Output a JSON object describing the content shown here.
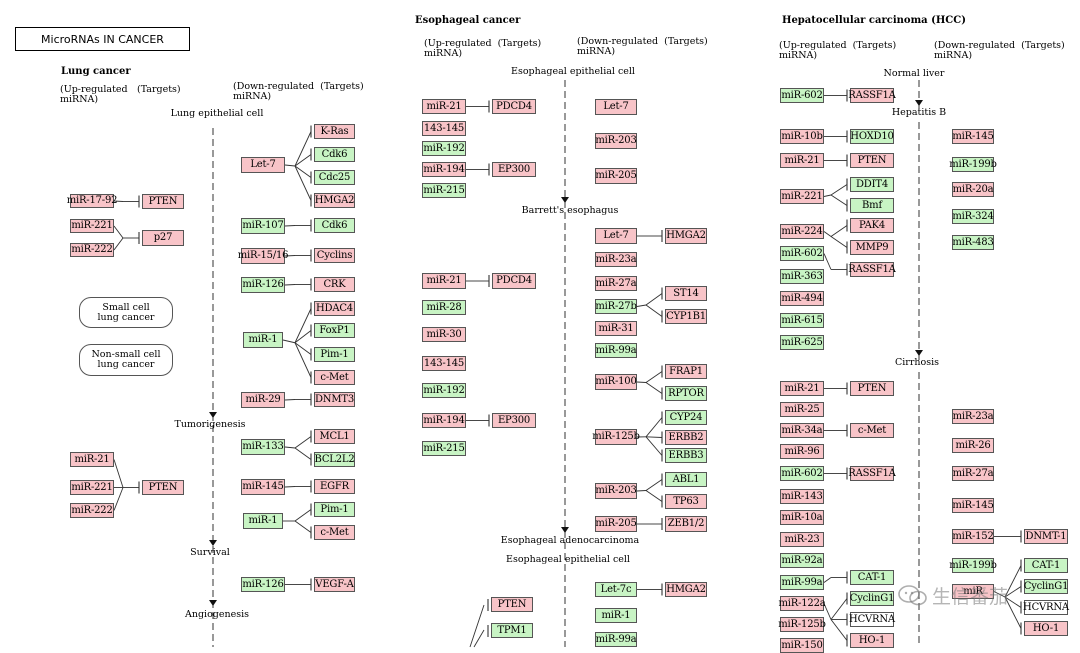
{
  "title": "MicroRNAs IN CANCER",
  "colors": {
    "up": "#f8c4c8",
    "down": "#c8f4c4",
    "line": "#333333"
  },
  "watermark": {
    "text": "生信番茄",
    "icon": "chat-bubbles-icon"
  },
  "labels": [
    {
      "text": "Lung cancer",
      "bold": true
    },
    {
      "text": "(Up-regulated\nmiRNA)"
    },
    {
      "text": "(Targets)"
    },
    {
      "text": "(Down-regulated  (Targets)\nmiRNA)"
    },
    {
      "text": "Lung epithelial cell"
    },
    {
      "text": "Tumorigenesis"
    },
    {
      "text": "Survival"
    },
    {
      "text": "Angiogenesis"
    },
    {
      "text": "Esophageal cancer",
      "bold": true
    },
    {
      "text": "(Up-regulated  (Targets)\nmiRNA)"
    },
    {
      "text": "(Down-regulated  (Targets)\nmiRNA)"
    },
    {
      "text": "Esophageal epithelial cell"
    },
    {
      "text": "Barrett's esophagus"
    },
    {
      "text": "Esophageal adenocarcinoma"
    },
    {
      "text": "Esophageal epithelial cell"
    },
    {
      "text": "Hepatocellular carcinoma (HCC)",
      "bold": true
    },
    {
      "text": "(Up-regulated  (Targets)\nmiRNA)"
    },
    {
      "text": "(Down-regulated  (Targets)\nmiRNA)"
    },
    {
      "text": "Normal liver"
    },
    {
      "text": "Hepatitis B"
    },
    {
      "text": "Cirrhosis"
    }
  ],
  "rounded": [
    {
      "text": "Small cell\nlung cancer"
    },
    {
      "text": "Non-small cell\nlung cancer"
    }
  ],
  "nodes": [
    {
      "id": "l-mir1792",
      "text": "miR-17-92",
      "c": "pink"
    },
    {
      "id": "l-pten1",
      "text": "PTEN",
      "c": "pink"
    },
    {
      "id": "l-mir221a",
      "text": "miR-221",
      "c": "pink"
    },
    {
      "id": "l-mir222a",
      "text": "miR-222",
      "c": "pink"
    },
    {
      "id": "l-p27",
      "text": "p27",
      "c": "pink"
    },
    {
      "id": "l-mir21",
      "text": "miR-21",
      "c": "pink"
    },
    {
      "id": "l-mir221b",
      "text": "miR-221",
      "c": "pink"
    },
    {
      "id": "l-mir222b",
      "text": "miR-222",
      "c": "pink"
    },
    {
      "id": "l-pten2",
      "text": "PTEN",
      "c": "pink"
    },
    {
      "id": "l-let7",
      "text": "Let-7",
      "c": "pink"
    },
    {
      "id": "l-kras",
      "text": "K-Ras",
      "c": "pink"
    },
    {
      "id": "l-cdk6a",
      "text": "Cdk6",
      "c": "green"
    },
    {
      "id": "l-cdc25",
      "text": "Cdc25",
      "c": "green"
    },
    {
      "id": "l-hmga2",
      "text": "HMGA2",
      "c": "pink"
    },
    {
      "id": "l-mir107",
      "text": "miR-107",
      "c": "green"
    },
    {
      "id": "l-cdk6b",
      "text": "Cdk6",
      "c": "green"
    },
    {
      "id": "l-mir1516",
      "text": "miR-15/16",
      "c": "pink"
    },
    {
      "id": "l-cyclins",
      "text": "Cyclins",
      "c": "pink"
    },
    {
      "id": "l-mir126a",
      "text": "miR-126",
      "c": "green"
    },
    {
      "id": "l-crk",
      "text": "CRK",
      "c": "pink"
    },
    {
      "id": "l-mir1a",
      "text": "miR-1",
      "c": "green"
    },
    {
      "id": "l-hdac4",
      "text": "HDAC4",
      "c": "pink"
    },
    {
      "id": "l-foxp1",
      "text": "FoxP1",
      "c": "green"
    },
    {
      "id": "l-pim1a",
      "text": "Pim-1",
      "c": "green"
    },
    {
      "id": "l-cmet1",
      "text": "c-Met",
      "c": "pink"
    },
    {
      "id": "l-mir29",
      "text": "miR-29",
      "c": "pink"
    },
    {
      "id": "l-dnmt3",
      "text": "DNMT3",
      "c": "pink"
    },
    {
      "id": "l-mir133",
      "text": "miR-133",
      "c": "green"
    },
    {
      "id": "l-mcl1",
      "text": "MCL1",
      "c": "pink"
    },
    {
      "id": "l-bcl2l2",
      "text": "BCL2L2",
      "c": "green"
    },
    {
      "id": "l-mir145",
      "text": "miR-145",
      "c": "pink"
    },
    {
      "id": "l-egfr",
      "text": "EGFR",
      "c": "pink"
    },
    {
      "id": "l-mir1b",
      "text": "miR-1",
      "c": "green"
    },
    {
      "id": "l-pim1b",
      "text": "Pim-1",
      "c": "green"
    },
    {
      "id": "l-cmet2",
      "text": "c-Met",
      "c": "pink"
    },
    {
      "id": "l-mir126b",
      "text": "miR-126",
      "c": "green"
    },
    {
      "id": "l-vegfa",
      "text": "VEGF-A",
      "c": "pink"
    },
    {
      "id": "e-mir21a",
      "text": "miR-21",
      "c": "pink"
    },
    {
      "id": "e-pdcd4a",
      "text": "PDCD4",
      "c": "pink"
    },
    {
      "id": "e-mir143a",
      "text": "143-145",
      "c": "pink"
    },
    {
      "id": "e-mir192a",
      "text": "miR-192",
      "c": "green"
    },
    {
      "id": "e-mir194a",
      "text": "miR-194",
      "c": "pink"
    },
    {
      "id": "e-ep300a",
      "text": "EP300",
      "c": "pink"
    },
    {
      "id": "e-mir215a",
      "text": "miR-215",
      "c": "green"
    },
    {
      "id": "e-let7a",
      "text": "Let-7",
      "c": "pink"
    },
    {
      "id": "e-mir203a",
      "text": "miR-203",
      "c": "pink"
    },
    {
      "id": "e-mir205a",
      "text": "miR-205",
      "c": "pink"
    },
    {
      "id": "e-mir21b",
      "text": "miR-21",
      "c": "pink"
    },
    {
      "id": "e-pdcd4b",
      "text": "PDCD4",
      "c": "pink"
    },
    {
      "id": "e-mir28",
      "text": "miR-28",
      "c": "green"
    },
    {
      "id": "e-mir30",
      "text": "miR-30",
      "c": "pink"
    },
    {
      "id": "e-mir143b",
      "text": "143-145",
      "c": "pink"
    },
    {
      "id": "e-mir192b",
      "text": "miR-192",
      "c": "green"
    },
    {
      "id": "e-mir194b",
      "text": "miR-194",
      "c": "pink"
    },
    {
      "id": "e-ep300b",
      "text": "EP300",
      "c": "pink"
    },
    {
      "id": "e-mir215b",
      "text": "miR-215",
      "c": "green"
    },
    {
      "id": "e-let7b",
      "text": "Let-7",
      "c": "pink"
    },
    {
      "id": "e-hmga2a",
      "text": "HMGA2",
      "c": "pink"
    },
    {
      "id": "e-mir23a",
      "text": "miR-23a",
      "c": "pink"
    },
    {
      "id": "e-mir27a",
      "text": "miR-27a",
      "c": "pink"
    },
    {
      "id": "e-mir27b",
      "text": "miR-27b",
      "c": "green"
    },
    {
      "id": "e-st14",
      "text": "ST14",
      "c": "pink"
    },
    {
      "id": "e-cyp1b1",
      "text": "CYP1B1",
      "c": "pink"
    },
    {
      "id": "e-mir31",
      "text": "miR-31",
      "c": "pink"
    },
    {
      "id": "e-mir99a",
      "text": "miR-99a",
      "c": "green"
    },
    {
      "id": "e-mir100",
      "text": "miR-100",
      "c": "pink"
    },
    {
      "id": "e-frap1",
      "text": "FRAP1",
      "c": "pink"
    },
    {
      "id": "e-rptor",
      "text": "RPTOR",
      "c": "green"
    },
    {
      "id": "e-mir125b",
      "text": "miR-125b",
      "c": "pink"
    },
    {
      "id": "e-cyp24",
      "text": "CYP24",
      "c": "green"
    },
    {
      "id": "e-erbb2",
      "text": "ERBB2",
      "c": "pink"
    },
    {
      "id": "e-erbb3",
      "text": "ERBB3",
      "c": "green"
    },
    {
      "id": "e-mir203b",
      "text": "miR-203",
      "c": "pink"
    },
    {
      "id": "e-abl1",
      "text": "ABL1",
      "c": "green"
    },
    {
      "id": "e-tp63",
      "text": "TP63",
      "c": "pink"
    },
    {
      "id": "e-mir205b",
      "text": "miR-205",
      "c": "pink"
    },
    {
      "id": "e-zeb12",
      "text": "ZEB1/2",
      "c": "pink"
    },
    {
      "id": "e-let7c",
      "text": "Let-7c",
      "c": "green"
    },
    {
      "id": "e-hmga2b",
      "text": "HMGA2",
      "c": "pink"
    },
    {
      "id": "e-pten",
      "text": "PTEN",
      "c": "pink"
    },
    {
      "id": "e-tpm1",
      "text": "TPM1",
      "c": "green"
    },
    {
      "id": "e-mir1",
      "text": "miR-1",
      "c": "green"
    },
    {
      "id": "e-mir99a2",
      "text": "miR-99a",
      "c": "green"
    },
    {
      "id": "h-mir602a",
      "text": "miR-602",
      "c": "green"
    },
    {
      "id": "h-rassf1a1",
      "text": "RASSF1A",
      "c": "pink"
    },
    {
      "id": "h-mir10b",
      "text": "miR-10b",
      "c": "pink"
    },
    {
      "id": "h-hoxd10",
      "text": "HOXD10",
      "c": "green"
    },
    {
      "id": "h-mir21a",
      "text": "miR-21",
      "c": "pink"
    },
    {
      "id": "h-pten1",
      "text": "PTEN",
      "c": "pink"
    },
    {
      "id": "h-mir221",
      "text": "miR-221",
      "c": "pink"
    },
    {
      "id": "h-ddit4",
      "text": "DDIT4",
      "c": "green"
    },
    {
      "id": "h-bmf",
      "text": "Bmf",
      "c": "green"
    },
    {
      "id": "h-mir224",
      "text": "miR-224",
      "c": "pink"
    },
    {
      "id": "h-pak4",
      "text": "PAK4",
      "c": "pink"
    },
    {
      "id": "h-mmp9",
      "text": "MMP9",
      "c": "pink"
    },
    {
      "id": "h-mir602b",
      "text": "miR-602",
      "c": "green"
    },
    {
      "id": "h-rassf1a2",
      "text": "RASSF1A",
      "c": "pink"
    },
    {
      "id": "h-mir363",
      "text": "miR-363",
      "c": "green"
    },
    {
      "id": "h-mir494",
      "text": "miR-494",
      "c": "pink"
    },
    {
      "id": "h-mir615",
      "text": "miR-615",
      "c": "green"
    },
    {
      "id": "h-mir625",
      "text": "miR-625",
      "c": "green"
    },
    {
      "id": "h-mir145a",
      "text": "miR-145",
      "c": "pink"
    },
    {
      "id": "h-mir199b",
      "text": "miR-199b",
      "c": "green"
    },
    {
      "id": "h-mir20a",
      "text": "miR-20a",
      "c": "pink"
    },
    {
      "id": "h-mir324",
      "text": "miR-324",
      "c": "green"
    },
    {
      "id": "h-mir483",
      "text": "miR-483",
      "c": "green"
    },
    {
      "id": "h-mir21b",
      "text": "miR-21",
      "c": "pink"
    },
    {
      "id": "h-pten2",
      "text": "PTEN",
      "c": "pink"
    },
    {
      "id": "h-mir25",
      "text": "miR-25",
      "c": "pink"
    },
    {
      "id": "h-mir34a",
      "text": "miR-34a",
      "c": "pink"
    },
    {
      "id": "h-cmet",
      "text": "c-Met",
      "c": "pink"
    },
    {
      "id": "h-mir96",
      "text": "miR-96",
      "c": "pink"
    },
    {
      "id": "h-mir602c",
      "text": "miR-602",
      "c": "green"
    },
    {
      "id": "h-rassf1a3",
      "text": "RASSF1A",
      "c": "pink"
    },
    {
      "id": "h-mir143",
      "text": "miR-143",
      "c": "pink"
    },
    {
      "id": "h-mir10a",
      "text": "miR-10a",
      "c": "pink"
    },
    {
      "id": "h-mir23",
      "text": "miR-23",
      "c": "pink"
    },
    {
      "id": "h-mir92a",
      "text": "miR-92a",
      "c": "green"
    },
    {
      "id": "h-mir99a",
      "text": "miR-99a",
      "c": "green"
    },
    {
      "id": "h-cat1a",
      "text": "CAT-1",
      "c": "green"
    },
    {
      "id": "h-mir122a",
      "text": "miR-122a",
      "c": "pink"
    },
    {
      "id": "h-cyclinga",
      "text": "CyclinG1",
      "c": "green"
    },
    {
      "id": "h-mir125b",
      "text": "miR-125b",
      "c": "pink"
    },
    {
      "id": "h-hcvrnaa",
      "text": "HCVRNA",
      "c": "white"
    },
    {
      "id": "h-mir150",
      "text": "miR-150",
      "c": "pink"
    },
    {
      "id": "h-ho1a",
      "text": "HO-1",
      "c": "pink"
    },
    {
      "id": "h-mir23a",
      "text": "miR-23a",
      "c": "pink"
    },
    {
      "id": "h-mir26",
      "text": "miR-26",
      "c": "pink"
    },
    {
      "id": "h-mir27a",
      "text": "miR-27a",
      "c": "pink"
    },
    {
      "id": "h-mir145b",
      "text": "miR-145",
      "c": "pink"
    },
    {
      "id": "h-mir152",
      "text": "miR-152",
      "c": "pink"
    },
    {
      "id": "h-dnmt1",
      "text": "DNMT-1",
      "c": "pink"
    },
    {
      "id": "h-mir199b2",
      "text": "miR-199b",
      "c": "green"
    },
    {
      "id": "h-mir122b",
      "text": "miR",
      "c": "pink"
    },
    {
      "id": "h-cat1b",
      "text": "CAT-1",
      "c": "green"
    },
    {
      "id": "h-cyclingb",
      "text": "CyclinG1",
      "c": "green"
    },
    {
      "id": "h-hcvrnab",
      "text": "HCVRNA",
      "c": "white"
    },
    {
      "id": "h-ho1b",
      "text": "HO-1",
      "c": "pink"
    }
  ]
}
